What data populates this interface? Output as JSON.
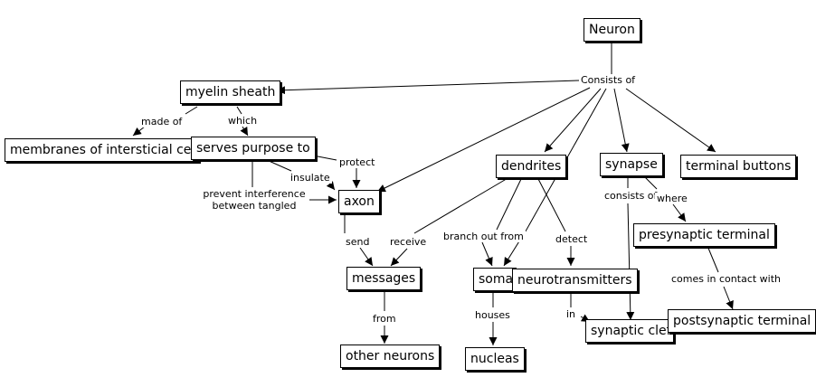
{
  "nodes": {
    "neuron": "Neuron",
    "myelin_sheath": "myelin sheath",
    "membranes": "membranes of intersticial cells",
    "serves_purpose_to": "serves purpose to",
    "axon": "axon",
    "dendrites": "dendrites",
    "synapse": "synapse",
    "terminal_buttons": "terminal buttons",
    "messages": "messages",
    "other_neurons": "other neurons",
    "soma": "soma",
    "nucleas": "nucleas",
    "neurotransmitters": "neurotransmitters",
    "presynaptic_terminal": "presynaptic terminal",
    "postsynaptic_terminal": "postsynaptic terminal",
    "synaptic_cleft": "synaptic cleft"
  },
  "links": {
    "consists_of": "Consists of",
    "made_of": "made of",
    "which": "which",
    "protect": "protect",
    "insulate": "insulate",
    "prevent_interference": "prevent interference between tangled",
    "send": "send",
    "receive": "receive",
    "from_messages": "from",
    "branch_out_from": "branch out from",
    "detect": "detect",
    "houses": "houses",
    "in": "in",
    "consists_of_synapse": "consists of",
    "where": "where",
    "comes_in_contact_with": "comes in contact with"
  }
}
